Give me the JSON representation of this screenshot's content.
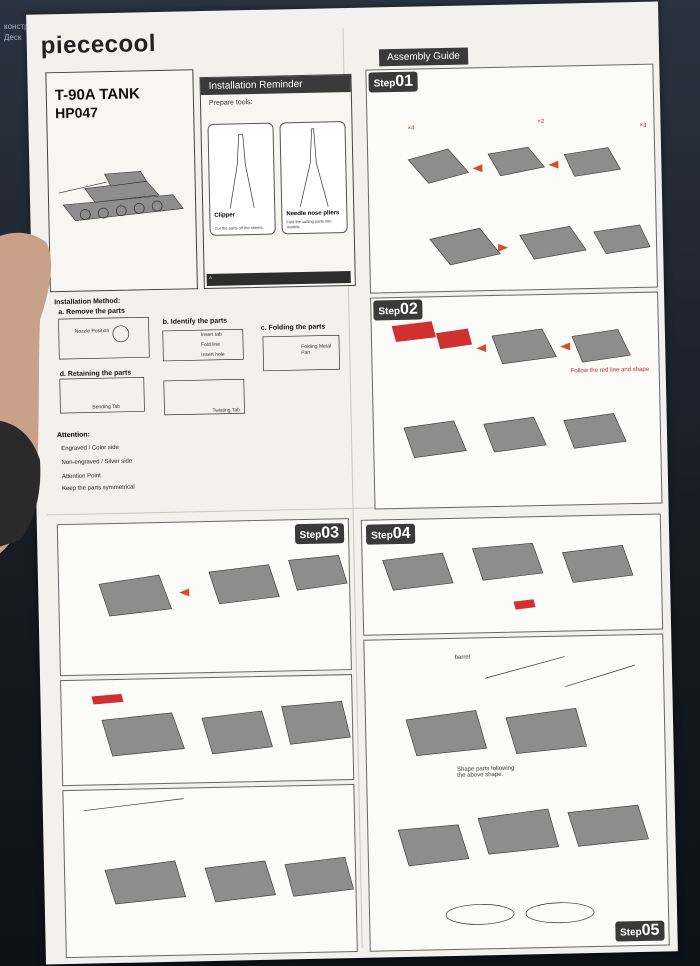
{
  "desktop": {
    "taskbar_items": [
      "конструк",
      "Деск"
    ]
  },
  "brand": {
    "name": "piececool"
  },
  "product": {
    "name": "T-90A TANK",
    "code": "HP047"
  },
  "reminder": {
    "title": "Installation Reminder",
    "prepare_tools": "Prepare tools:",
    "tools": [
      {
        "name": "Clipper",
        "desc": "Cut the parts off the sheets."
      },
      {
        "name": "Needle nose pliers",
        "desc": "Fold the cutting parts into models."
      }
    ]
  },
  "method": {
    "title": "Installation Method:",
    "a": "a. Remove the parts",
    "nozzle": "Nozzle Position",
    "b": "b. Identify the parts",
    "insert_tab": "Insert tab",
    "fold_line": "Fold line",
    "insert_hole": "Insert hole",
    "c": "c. Folding the parts",
    "folding_metal": "Folding Metal Part",
    "d": "d. Retaining the parts",
    "bending_tab": "Bending Tab",
    "twisting_tab": "Twisting Tab"
  },
  "attention": {
    "title": "Attention:",
    "items": [
      "Engraved / Color side",
      "Non-engraved / Silver side",
      "Attention Point",
      "Keep the parts symmetrical"
    ]
  },
  "guide": {
    "title": "Assembly Guide",
    "steps": [
      {
        "label": "Step",
        "num": "01"
      },
      {
        "label": "Step",
        "num": "02"
      },
      {
        "label": "Step",
        "num": "03"
      },
      {
        "label": "Step",
        "num": "04"
      },
      {
        "label": "Step",
        "num": "05"
      }
    ],
    "qty_x4": "×4",
    "qty_x2": "×2",
    "qty_x3": "×3",
    "follow_red": "Follow the red line and shape",
    "barrel": "barrel",
    "shape_parts": "Shape parts following the above shape."
  }
}
